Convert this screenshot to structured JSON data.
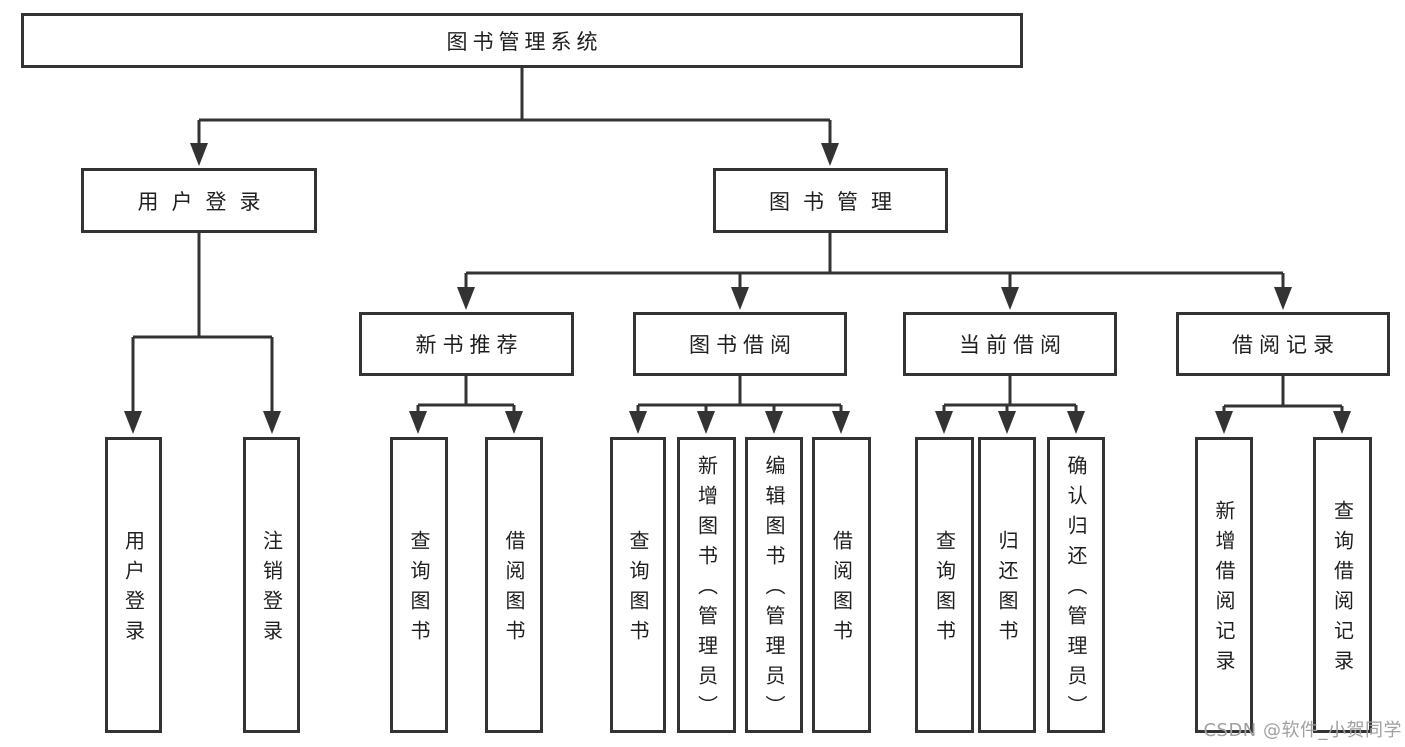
{
  "diagram_type": "functional-structure-tree",
  "tree": {
    "label": "图书管理系统",
    "children": [
      {
        "label": "用户登录",
        "children": [
          {
            "label": "用户登录"
          },
          {
            "label": "注销登录"
          }
        ]
      },
      {
        "label": "图书管理",
        "children": [
          {
            "label": "新书推荐",
            "children": [
              {
                "label": "查询图书"
              },
              {
                "label": "借阅图书"
              }
            ]
          },
          {
            "label": "图书借阅",
            "children": [
              {
                "label": "查询图书"
              },
              {
                "label": "新增图书（管理员）"
              },
              {
                "label": "编辑图书（管理员）"
              },
              {
                "label": "借阅图书"
              }
            ]
          },
          {
            "label": "当前借阅",
            "children": [
              {
                "label": "查询图书"
              },
              {
                "label": "归还图书"
              },
              {
                "label": "确认归还（管理员）"
              }
            ]
          },
          {
            "label": "借阅记录",
            "children": [
              {
                "label": "新增借阅记录"
              },
              {
                "label": "查询借阅记录"
              }
            ]
          }
        ]
      }
    ]
  },
  "watermark": {
    "text": "CSDN @软件_小贺同学"
  },
  "colors": {
    "line": "#333333",
    "box_border": "#333333",
    "box_fill": "#ffffff",
    "text": "#1f1f1f",
    "watermark": "#a0a0a0",
    "background": "#ffffff"
  }
}
